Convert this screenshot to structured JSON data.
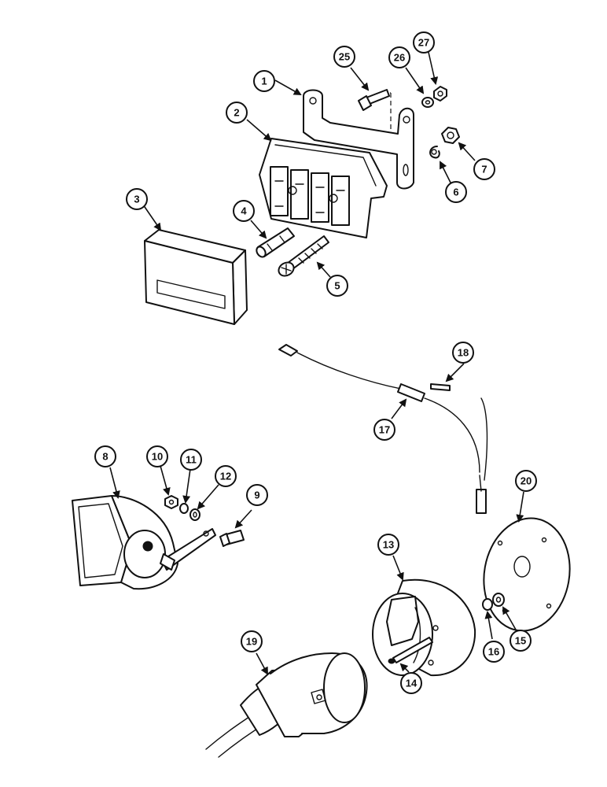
{
  "diagram": {
    "callouts": [
      {
        "id": "1",
        "label": "1"
      },
      {
        "id": "2",
        "label": "2"
      },
      {
        "id": "3",
        "label": "3"
      },
      {
        "id": "4",
        "label": "4"
      },
      {
        "id": "5",
        "label": "5"
      },
      {
        "id": "6",
        "label": "6"
      },
      {
        "id": "7",
        "label": "7"
      },
      {
        "id": "8",
        "label": "8"
      },
      {
        "id": "9",
        "label": "9"
      },
      {
        "id": "10",
        "label": "10"
      },
      {
        "id": "11",
        "label": "11"
      },
      {
        "id": "12",
        "label": "12"
      },
      {
        "id": "13",
        "label": "13"
      },
      {
        "id": "14",
        "label": "14"
      },
      {
        "id": "15",
        "label": "15"
      },
      {
        "id": "16",
        "label": "16"
      },
      {
        "id": "17",
        "label": "17"
      },
      {
        "id": "18",
        "label": "18"
      },
      {
        "id": "19",
        "label": "19"
      },
      {
        "id": "20",
        "label": "20"
      },
      {
        "id": "25",
        "label": "25"
      },
      {
        "id": "26",
        "label": "26"
      },
      {
        "id": "27",
        "label": "27"
      }
    ]
  }
}
